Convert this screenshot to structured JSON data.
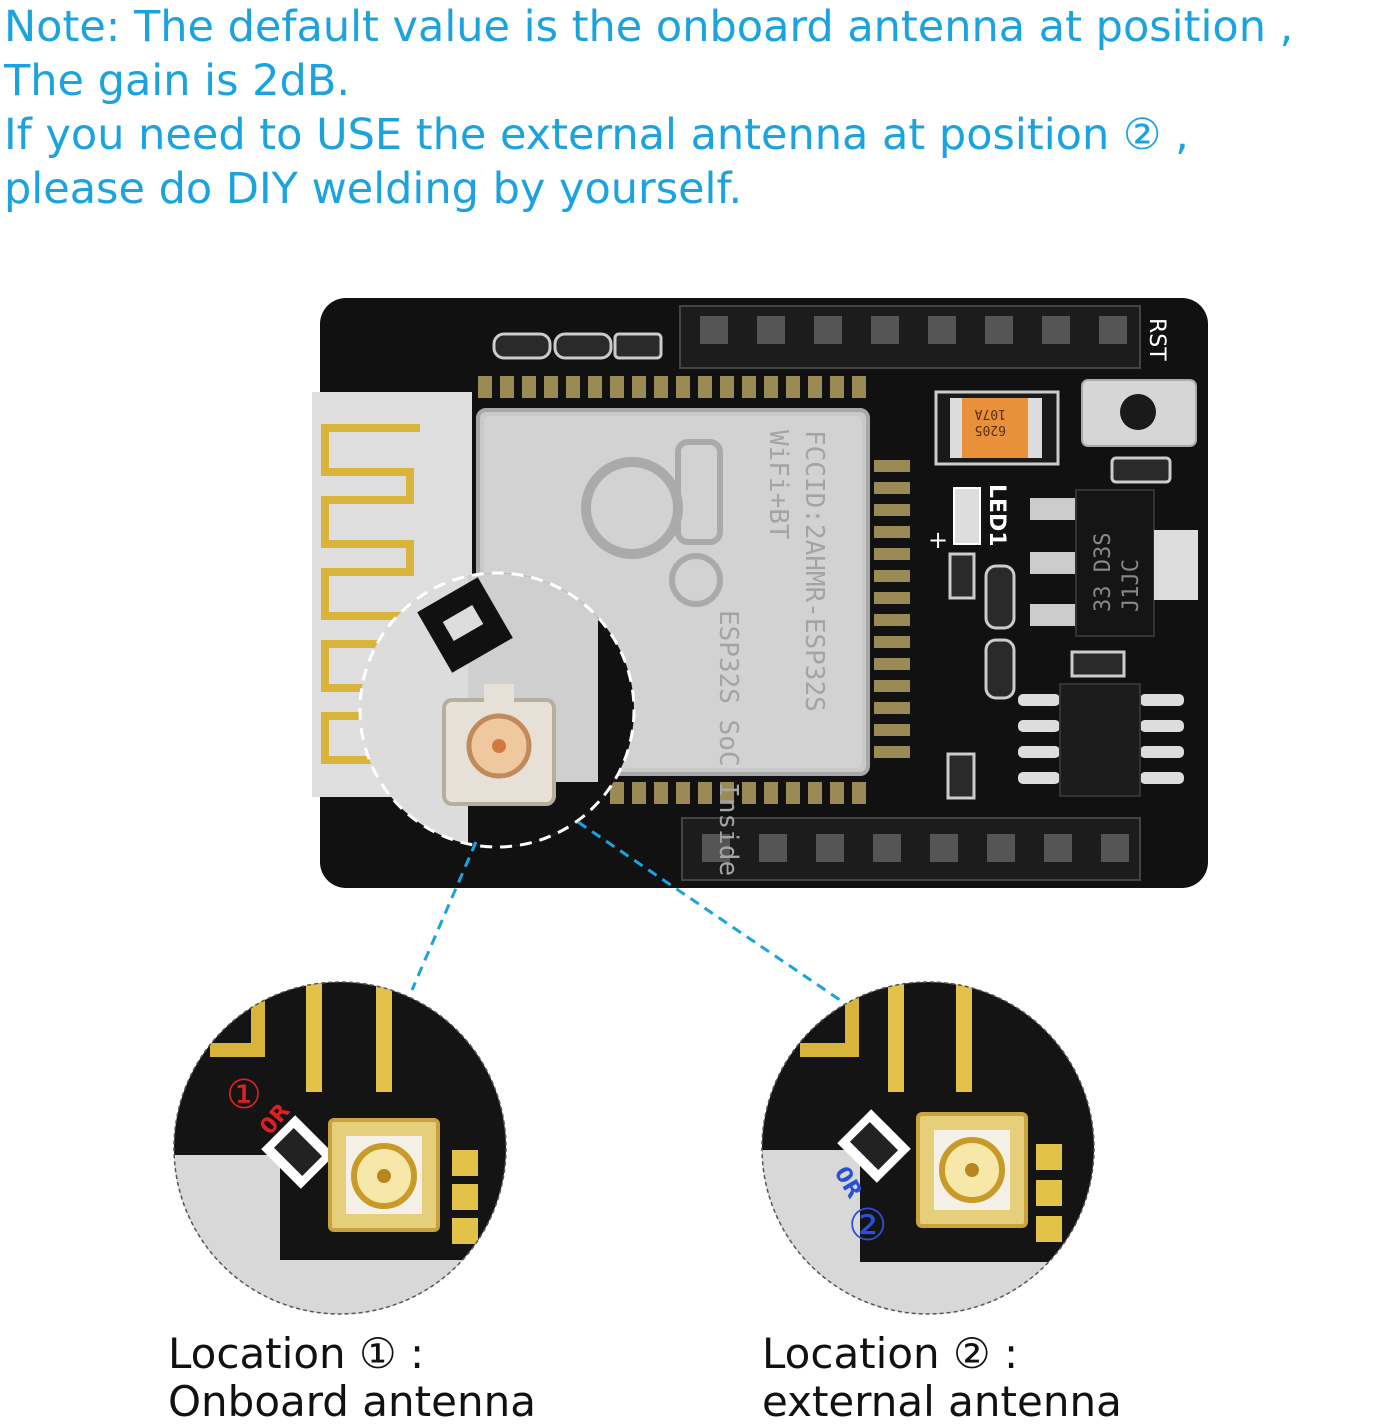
{
  "note": {
    "line1": "Note: The default value is the onboard antenna at position  ,",
    "line2": "The gain is 2dB.",
    "line3": "If you need to USE the external antenna at position ② ,",
    "line4": "please do DIY welding by yourself."
  },
  "board": {
    "rst_label": "RST",
    "led_label": "LED1",
    "plus_sign": "+",
    "module_lines": [
      "WiFi+BT",
      "FCCID:2AHMR-ESP32S",
      "ESP32S SoC Inside"
    ],
    "regulator_lines": [
      "33 D3S",
      "J1JC"
    ],
    "capacitor_lines": [
      "107A",
      "6205"
    ]
  },
  "detail_left": {
    "marker": "①",
    "resistor": "0R"
  },
  "detail_right": {
    "marker": "②",
    "resistor": "0R"
  },
  "captions": {
    "left_line1": "Location ① :",
    "left_line2": "Onboard antenna",
    "right_line1": "Location ② :",
    "right_line2": "external antenna"
  },
  "colors": {
    "text_blue": "#1aa3df",
    "pcb": "#111111",
    "gold": "#d8b43a",
    "marker_red": "#e02020",
    "marker_blue": "#2b4fd6"
  }
}
